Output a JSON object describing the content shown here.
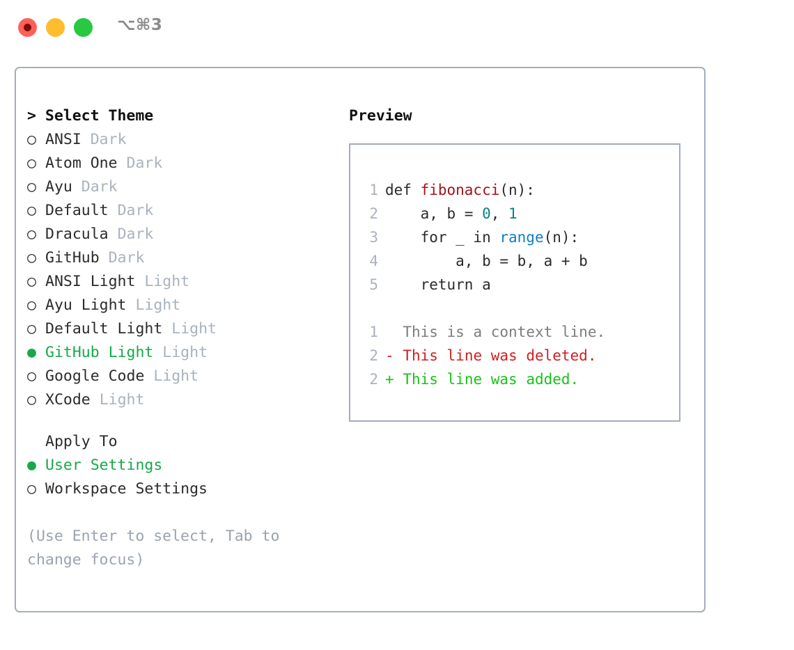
{
  "titlebar": {
    "shortcut": "⌥⌘3",
    "buttons": {
      "close": "close-window",
      "minimize": "minimize-window",
      "maximize": "maximize-window"
    }
  },
  "theme_picker": {
    "header": "> Select Theme",
    "bullet_unselected": "○",
    "bullet_selected": "●",
    "accent_color": "#17a84a",
    "items": [
      {
        "marker": "○",
        "label": "ANSI",
        "tag": "Dark",
        "selected": false
      },
      {
        "marker": "○",
        "label": "Atom One",
        "tag": "Dark",
        "selected": false
      },
      {
        "marker": "○",
        "label": "Ayu",
        "tag": "Dark",
        "selected": false
      },
      {
        "marker": "○",
        "label": "Default",
        "tag": "Dark",
        "selected": false
      },
      {
        "marker": "○",
        "label": "Dracula",
        "tag": "Dark",
        "selected": false
      },
      {
        "marker": "○",
        "label": "GitHub",
        "tag": "Dark",
        "selected": false
      },
      {
        "marker": "○",
        "label": "ANSI Light",
        "tag": "Light",
        "selected": false
      },
      {
        "marker": "○",
        "label": "Ayu Light",
        "tag": "Light",
        "selected": false
      },
      {
        "marker": "○",
        "label": "Default Light",
        "tag": "Light",
        "selected": false
      },
      {
        "marker": "●",
        "label": "GitHub Light",
        "tag": "Light",
        "selected": true
      },
      {
        "marker": "○",
        "label": "Google Code",
        "tag": "Light",
        "selected": false
      },
      {
        "marker": "○",
        "label": "XCode",
        "tag": "Light",
        "selected": false
      }
    ]
  },
  "apply_to": {
    "header": "Apply To",
    "items": [
      {
        "marker": "●",
        "label": "User Settings",
        "selected": true
      },
      {
        "marker": "○",
        "label": "Workspace Settings",
        "selected": false
      }
    ]
  },
  "hint": "(Use Enter to select, Tab to change focus)",
  "preview": {
    "title": "Preview",
    "code_lines": [
      {
        "n": "1",
        "indent": "",
        "parts": [
          {
            "t": "def ",
            "c": "plain"
          },
          {
            "t": "fibonacci",
            "c": "fn"
          },
          {
            "t": "(n):",
            "c": "plain"
          }
        ]
      },
      {
        "n": "2",
        "indent": "    ",
        "parts": [
          {
            "t": "a, b = ",
            "c": "plain"
          },
          {
            "t": "0",
            "c": "num"
          },
          {
            "t": ", ",
            "c": "plain"
          },
          {
            "t": "1",
            "c": "num"
          }
        ]
      },
      {
        "n": "3",
        "indent": "    ",
        "parts": [
          {
            "t": "for _ in ",
            "c": "plain"
          },
          {
            "t": "range",
            "c": "builtin"
          },
          {
            "t": "(n):",
            "c": "plain"
          }
        ]
      },
      {
        "n": "4",
        "indent": "        ",
        "parts": [
          {
            "t": "a, b = b, a + b",
            "c": "plain"
          }
        ]
      },
      {
        "n": "5",
        "indent": "    ",
        "parts": [
          {
            "t": "return a",
            "c": "plain"
          }
        ]
      }
    ],
    "diff_lines": [
      {
        "n": "1",
        "sign": " ",
        "text": "This is a context line.",
        "kind": "ctx"
      },
      {
        "n": "2",
        "sign": "-",
        "text": "This line was deleted.",
        "kind": "del"
      },
      {
        "n": "2",
        "sign": "+",
        "text": "This line was added.",
        "kind": "add"
      }
    ],
    "colors": {
      "function": "#a3121a",
      "number": "#0d8080",
      "builtin": "#0e7fc0",
      "line_number": "#a9b2be",
      "diff_context": "#7d7d7d",
      "diff_deleted": "#cf2020",
      "diff_added": "#19c219",
      "border": "#a3adbd"
    }
  }
}
